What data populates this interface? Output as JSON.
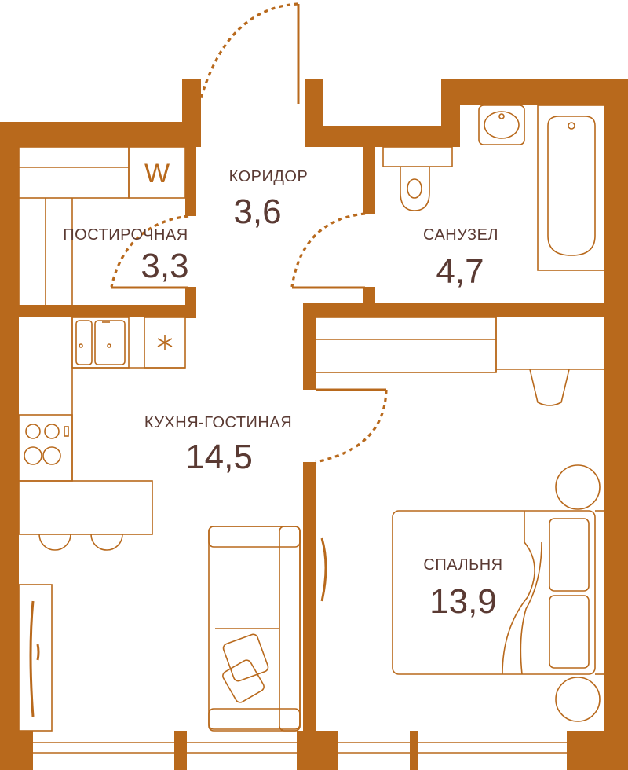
{
  "plan": {
    "accent": "#b8691c",
    "text_color": "#5a3a33",
    "washer_mark": "W",
    "rooms": [
      {
        "name": "КОРИДОР",
        "area": "3,6"
      },
      {
        "name": "ПОСТИРОЧНАЯ",
        "area": "3,3"
      },
      {
        "name": "САНУЗЕЛ",
        "area": "4,7"
      },
      {
        "name": "КУХНЯ-ГОСТИНАЯ",
        "area": "14,5"
      },
      {
        "name": "СПАЛЬНЯ",
        "area": "13,9"
      }
    ]
  }
}
